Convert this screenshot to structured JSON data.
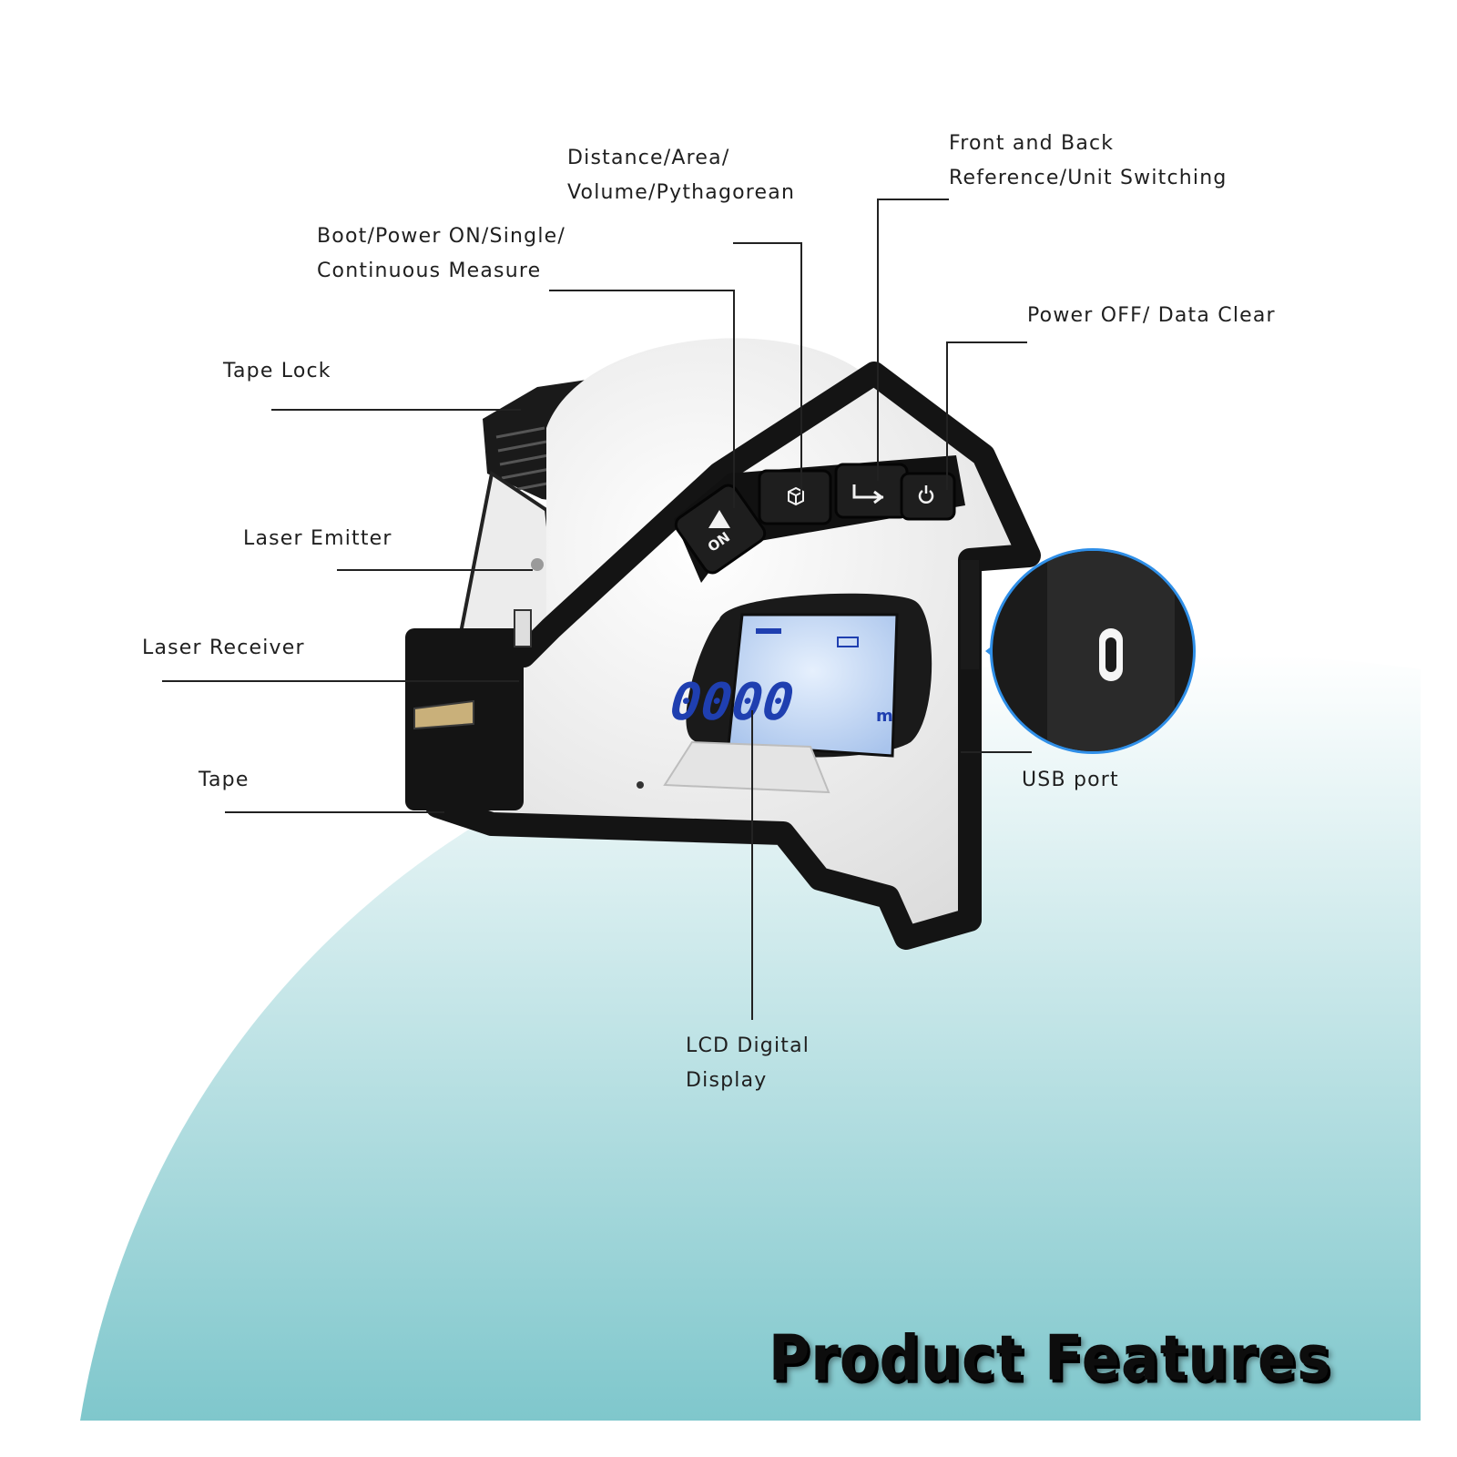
{
  "diagram": {
    "title": "Product Features",
    "colors": {
      "background_top": "#ffffff",
      "background_bottom": "#7fc7cc",
      "device_white": "#eeeeee",
      "device_black": "#141414",
      "lcd_blue": "#c9dcf5",
      "lcd_digits": "#1f3fb0",
      "usb_highlight": "#2f8fe8",
      "leader_line": "#222222"
    },
    "device": {
      "lcd_reading": "0000",
      "lcd_unit": "m",
      "buttons": [
        {
          "name": "on-button",
          "icon": "play-triangle-icon",
          "text": "ON"
        },
        {
          "name": "mode-button",
          "icon": "cube-icon",
          "text": ""
        },
        {
          "name": "reference-button",
          "icon": "reference-edge-icon",
          "text": ""
        },
        {
          "name": "power-off-button",
          "icon": "power-icon",
          "text": ""
        }
      ]
    },
    "callouts": [
      {
        "id": "mode",
        "lines": [
          "Distance/Area/",
          "Volume/Pythagorean"
        ]
      },
      {
        "id": "reference",
        "lines": [
          "Front and Back",
          "Reference/Unit Switching"
        ]
      },
      {
        "id": "boot",
        "lines": [
          "Boot/Power ON/Single/",
          "Continuous Measure"
        ]
      },
      {
        "id": "power-off",
        "lines": [
          "Power OFF/ Data Clear"
        ]
      },
      {
        "id": "tape-lock",
        "lines": [
          "Tape Lock"
        ]
      },
      {
        "id": "laser-emitter",
        "lines": [
          "Laser Emitter"
        ]
      },
      {
        "id": "laser-receiver",
        "lines": [
          "Laser Receiver"
        ]
      },
      {
        "id": "tape",
        "lines": [
          "Tape"
        ]
      },
      {
        "id": "usb-port",
        "lines": [
          "USB port"
        ]
      },
      {
        "id": "lcd-display",
        "lines": [
          "LCD Digital",
          "Display"
        ]
      }
    ]
  }
}
